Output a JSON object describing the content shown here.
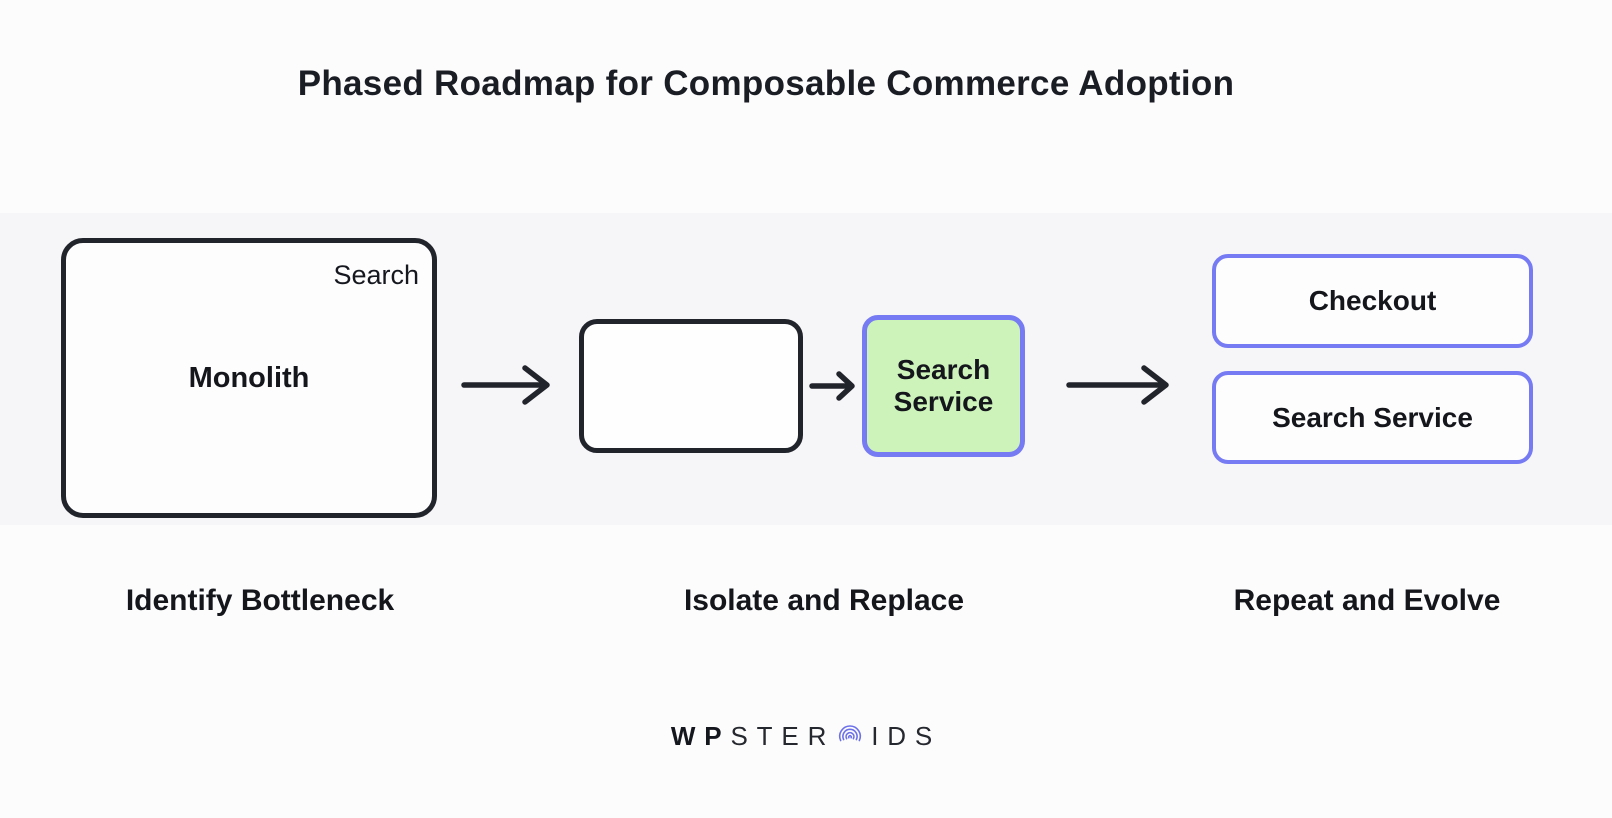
{
  "title": "Phased Roadmap for Composable Commerce Adoption",
  "phase1": {
    "caption": "Identify Bottleneck",
    "box_label": "Monolith",
    "tag": "Search"
  },
  "phase2": {
    "caption": "Isolate and Replace",
    "service_label": "Search Service"
  },
  "phase3": {
    "caption": "Repeat and Evolve",
    "boxes": [
      "Checkout",
      "Search Service"
    ]
  },
  "logo": {
    "part_bold": "WP",
    "part_mid": "STER",
    "part_end": "IDS",
    "icon": "concentric-arcs-o-icon"
  },
  "colors": {
    "accent_purple": "#767BF3",
    "highlight_green": "#CDF3BB",
    "ink": "#1B1D25",
    "background": "#FCFCFD",
    "band": "#F6F6F8"
  }
}
